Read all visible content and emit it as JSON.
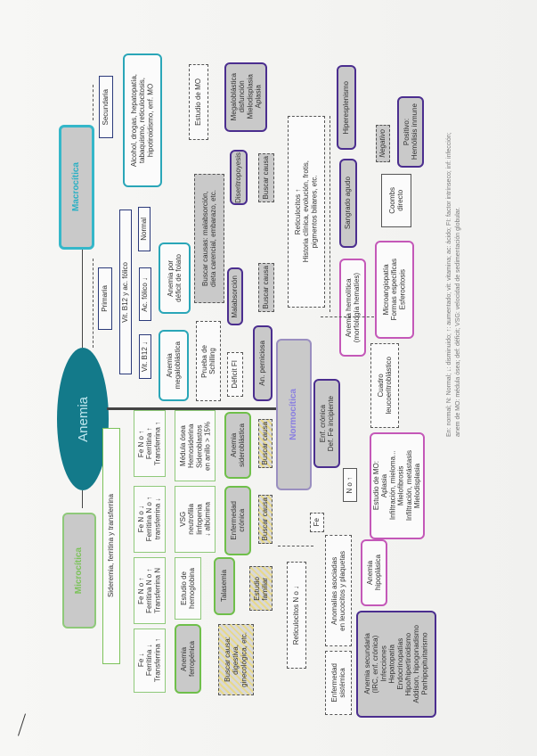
{
  "root": {
    "label": "Anemia",
    "color": "#137a8a"
  },
  "branches": {
    "macrocitica": "Macrocítica",
    "microcitica": "Microcítica",
    "normocitica": "Normocítica"
  },
  "macro": {
    "secundaria": "Secundaria",
    "secundaria_causas": "Alcohol, drogas, hepatopatía,\ntabaquismo, reticulocitosis,\nhipotiroidismo, enf. MO",
    "primaria": "Primaria",
    "vit_ac": "Vit. B12 y ac. fólico",
    "vit_b12": "Vit. B12 ↓",
    "ac_folico": "Ac. fólico ↓",
    "normal": "Normal",
    "anemia_megaloblastica": "Anemia\nmegaloblástica",
    "anemia_folato": "Anemia por\ndéficit de folato",
    "buscar_causas_folato": "Buscar causas: malabsorción,\ndieta carencial, embarazo, etc.",
    "estudio_mo": "Estudio de MO",
    "megaloblastica_dx": "Megaloblástica\ndisfunción\nMielodisplasia\nAplasia",
    "diseritropoyesis": "Diseritropoyesis",
    "buscar_causa_1": "Buscar causa",
    "prueba_schilling": "Prueba de\nSchilling",
    "malabsorcion": "Malabsorción",
    "buscar_causa_2": "Buscar causa",
    "deficit_fi": "Déficit FI",
    "an_perniciosa": "An. perniciosa"
  },
  "micro": {
    "sideremia": "Sideremia, ferritina y transferrina",
    "col1": "Fe ↓\nFerritina ↓\nTransferrina ↑",
    "col2": "Fe N o ↑\nFerritina N o ↑\nTransferrina N",
    "col3": "Fe N o ↓\nFerritina N o ↑\ntransferrina ↓",
    "col4": "Fe N o ↑\nFerritina ↑\nTransferrina ↑",
    "anemia_ferropenica": "Anemia\nferropénica",
    "buscar_causa_ferro": "Buscar causa:\ndigestiva,\nginecológica, etc.",
    "estudio_hb": "Estudio de\nhemoglobina",
    "talasemia": "Talasemia",
    "estudio_familiar": "Estudio\nfamiliar",
    "vsg": "VSG\nneutrofilia\nlinfopenia\n↓ albúmina",
    "enf_cronica": "Enfermedad\ncrónica",
    "buscar_causa_cronica": "Buscar causa",
    "medula_osea": "Médula ósea\nHemosiderina\nSideroblastos\nen anillo > 15%",
    "anemia_sideroblastica": "Anemia\nsideroblástica",
    "buscar_causa_sidero": "Buscar causa"
  },
  "normo": {
    "reticulocitos_alto": "Reticulocitos ↑\nHistoria clínica, evolución, frotis,\npigmentos biliares, etc.",
    "hiperesplenismo": "Hiperesplenismo",
    "sangrado": "Sangrado agudo",
    "anemia_hemolitica": "Anemia hemolítica\n(morfología hematíes)",
    "microangiopatia": "Microangiopatía\nFormas específicas\nEsferocitosis",
    "coombs": "Coombs\ndirecto",
    "negativo": "Negativo",
    "positivo": "Positivo:\nHemólisis inmune",
    "enf_cronica": "Enf. crónica\nDef. Fe incipiente",
    "fe": "Fe",
    "n_o_up": "N o ↑",
    "cuadro_leuco": "Cuadro\nleucoeritroblástico",
    "estudio_mo": "Estudio de MO:\nAplasia\nInfiltración, mieloma...\nMielofibrosis\nInfiltración, metástasis\nMielodisplasia",
    "reticulocitos_n": "Reticulocitos N o ↓",
    "anomalias": "Anomalías asociadas\nen leucocitos y plaquetas",
    "anemia_hipoplasica": "Anemia\nhipoplásica",
    "enf_sistemica": "Enfermedad\nsistémica",
    "anemia_secundaria": "Anemia secundaria\n(IRC, enf. crónica)\nInfecciones\nHepatopatía\nEndocrinopatías\nHipo/hipertiroidismo\nAddison, hipogonadismo\nPanhipopituitarismo"
  },
  "legend": "En: normal; N: Normal; ↓: disminuido; ↑: aumentado; vit: vitamina; ac: ácido; FI: factor intrínseco; inf: infección;\nanem de MO: médula ósea; def: déficit; VSG: velocidad de sedimentación globular."
}
